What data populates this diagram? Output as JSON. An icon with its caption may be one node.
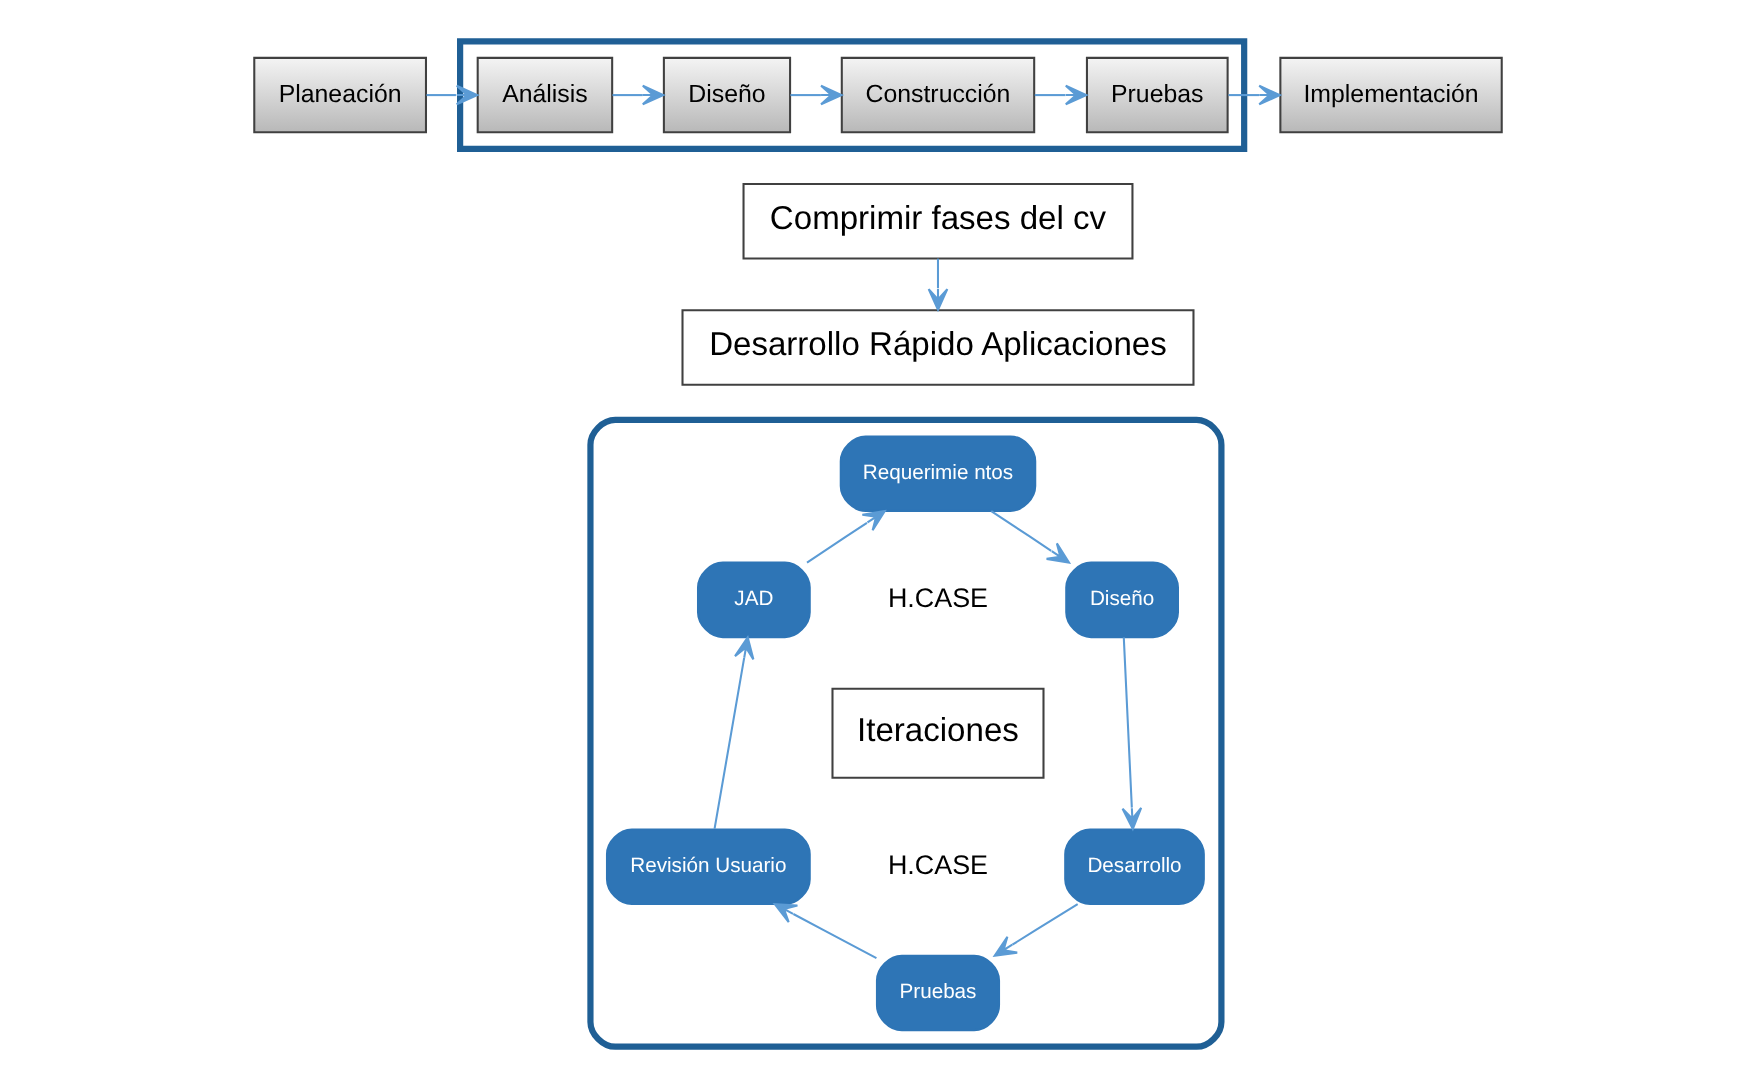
{
  "diagram": {
    "nodes": [
      {
        "text": [
          "Planeación"
        ]
      },
      {
        "text": [],
        "shape": "box"
      },
      {
        "text": [
          "Análisis"
        ],
        "in": 1
      },
      {
        "text": [
          "Diseño"
        ],
        "in": 1
      },
      {
        "text": [
          "Construcción"
        ],
        "in": 1
      },
      {
        "text": [
          "Pruebas"
        ],
        "in": 1
      },
      {
        "text": [
          "Implementación"
        ]
      },
      {
        "text": [
          "Comprimir fases del cv"
        ]
      },
      {
        "text": [
          "Desarrollo Rápido Aplicaciones"
        ]
      },
      {
        "text": [],
        "shape": "hexagon"
      },
      {
        "text": [
          "Requerimie ntos"
        ],
        "in": 9
      },
      {
        "text": [
          "Diseño"
        ],
        "in": 9
      },
      {
        "text": [
          "Desarrollo"
        ],
        "in": 9
      },
      {
        "text": [
          "Pruebas"
        ],
        "in": 9
      },
      {
        "text": [
          "Revisión Usuario"
        ],
        "in": 9
      },
      {
        "text": [
          "JAD"
        ],
        "in": 9
      },
      {
        "text": [
          "Iteraciones"
        ],
        "in": 9
      }
    ],
    "edges": [
      {
        "from": 0,
        "to": 2,
        "arrow": "to"
      },
      {
        "from": 2,
        "to": 3,
        "arrow": "to"
      },
      {
        "from": 3,
        "to": 4,
        "arrow": "to"
      },
      {
        "from": 4,
        "to": 5,
        "arrow": "to"
      },
      {
        "from": 5,
        "to": 6,
        "arrow": "to"
      },
      {
        "from": 7,
        "to": 8,
        "arrow": "to"
      },
      {
        "from": 10,
        "to": 11,
        "arrow": "to"
      },
      {
        "from": 11,
        "to": 12,
        "arrow": "to"
      },
      {
        "from": 12,
        "to": 13,
        "arrow": "to"
      },
      {
        "from": 13,
        "to": 14,
        "arrow": "to"
      },
      {
        "from": 14,
        "to": 15,
        "arrow": "to"
      },
      {
        "from": 15,
        "to": 10,
        "arrow": "to"
      }
    ],
    "labels": [
      "H.CASE",
      "H.CASE"
    ]
  }
}
